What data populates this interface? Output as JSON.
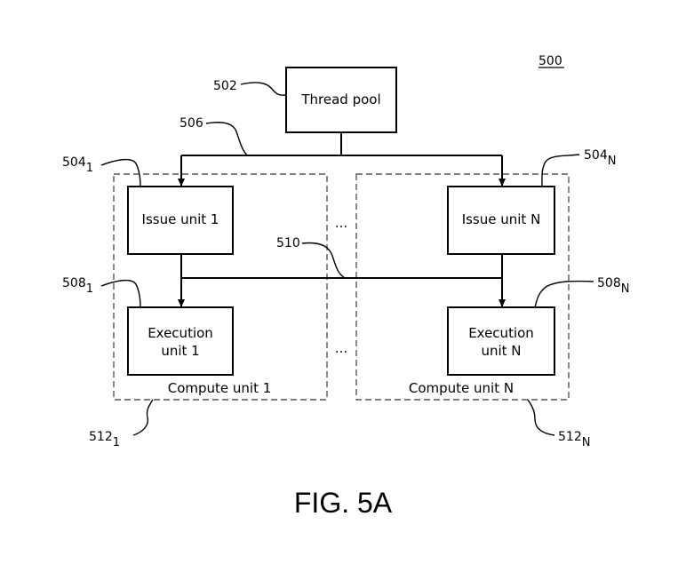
{
  "figure_number": "500",
  "figure_caption": "FIG. 5A",
  "thread_pool": {
    "label": "Thread pool",
    "ref": "502"
  },
  "bus": {
    "ref": "506"
  },
  "interconnect": {
    "ref": "510"
  },
  "ellipsis": "...",
  "compute_units": [
    {
      "label": "Compute unit 1",
      "ref": "512",
      "ref_sub": "1",
      "issue_unit": {
        "label": "Issue unit 1",
        "ref": "504",
        "ref_sub": "1"
      },
      "execution_unit": {
        "line1": "Execution",
        "line2": "unit 1",
        "ref": "508",
        "ref_sub": "1"
      }
    },
    {
      "label": "Compute unit N",
      "ref": "512",
      "ref_sub": "N",
      "issue_unit": {
        "label": "Issue unit N",
        "ref": "504",
        "ref_sub": "N"
      },
      "execution_unit": {
        "line1": "Execution",
        "line2": "unit N",
        "ref": "508",
        "ref_sub": "N"
      }
    }
  ]
}
